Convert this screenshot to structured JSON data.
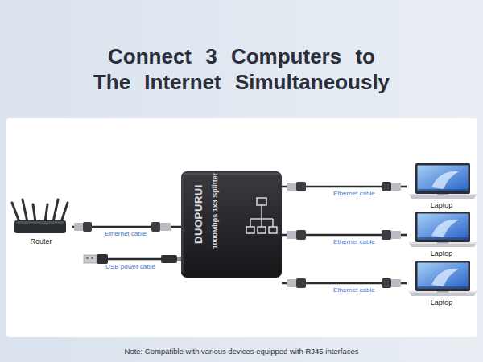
{
  "diagram": {
    "title": "Connect 3 Computers to The Internet Simultaneously",
    "nodes": [
      {
        "text": [
          "Router"
        ]
      },
      {
        "text": [
          "DUOPURUI",
          "1000Mbps 1x3 Splitter"
        ]
      },
      {
        "text": [
          "Laptop"
        ]
      },
      {
        "text": [
          "Laptop"
        ]
      },
      {
        "text": [
          "Laptop"
        ]
      }
    ],
    "edges": [
      {
        "from": 0,
        "to": 1,
        "arrow": "none",
        "label": "Ethernet cable"
      },
      {
        "from": 1,
        "to": 2,
        "arrow": "none",
        "label": "Ethernet cable"
      },
      {
        "from": 1,
        "to": 3,
        "arrow": "none",
        "label": "Ethernet cable"
      },
      {
        "from": 1,
        "to": 4,
        "arrow": "none",
        "label": "Ethernet cable"
      }
    ],
    "labels": [
      "USB power cable",
      "Note: Compatible with various devices equipped with RJ45 interfaces"
    ]
  }
}
